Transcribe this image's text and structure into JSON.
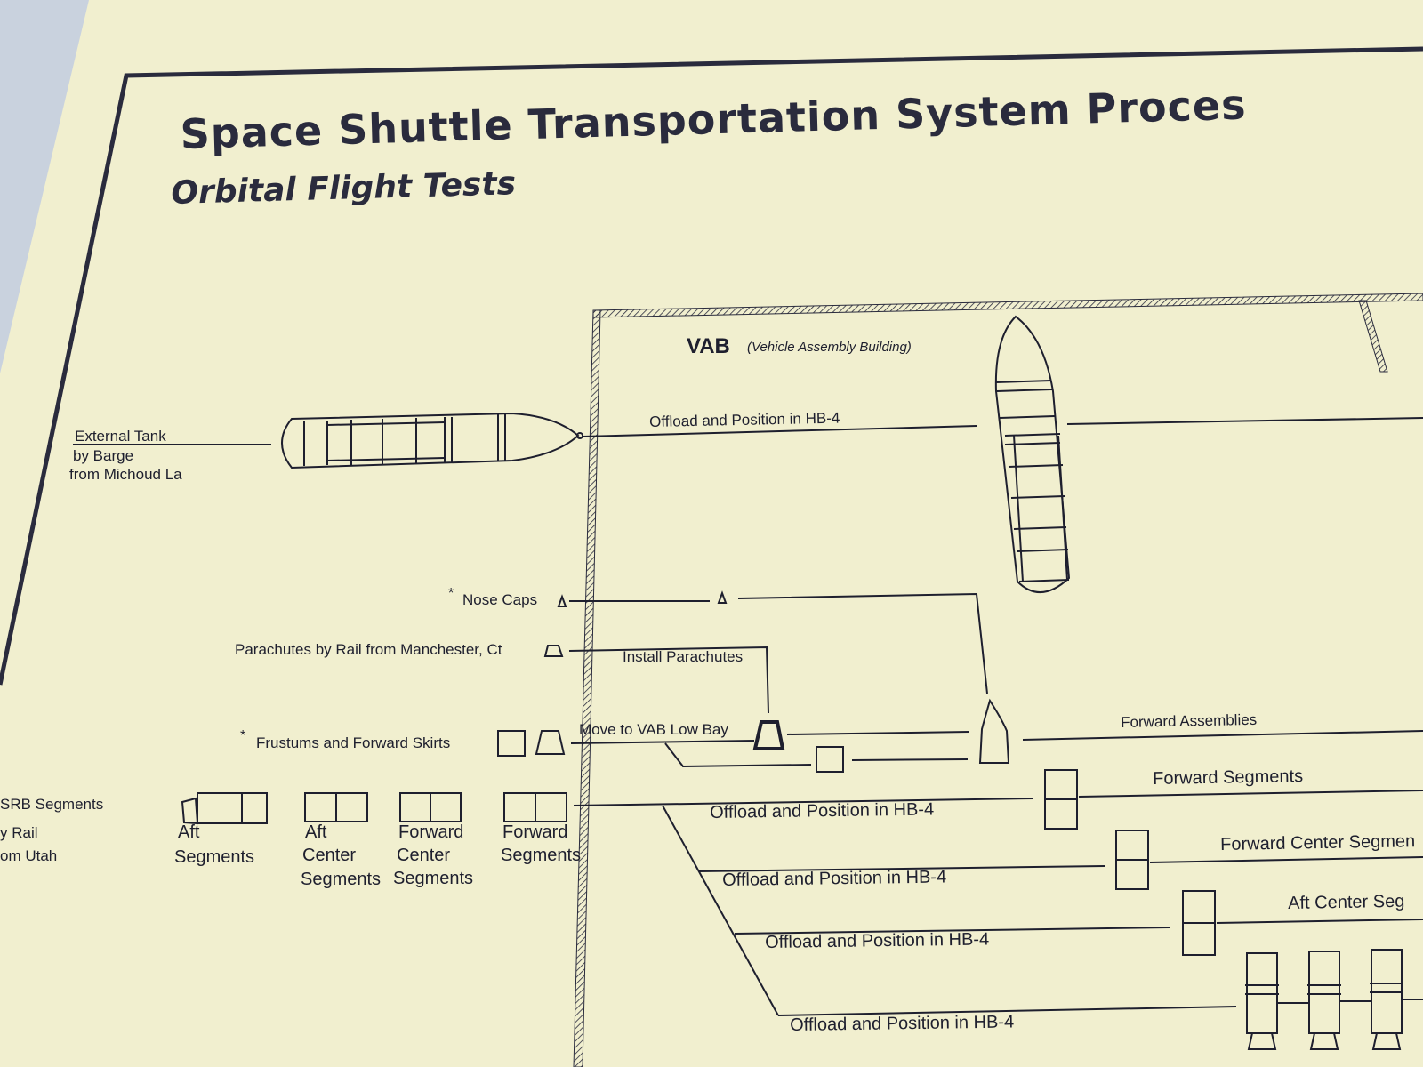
{
  "title": "Space Shuttle Transportation System Proces",
  "subtitle": "Orbital Flight Tests",
  "vab": {
    "label": "VAB",
    "sublabel": "(Vehicle Assembly Building)"
  },
  "external_tank": {
    "line1": "External Tank",
    "line2": "by Barge",
    "line3": "from Michoud La"
  },
  "offload_et": "Offload and Position in HB-4",
  "nose_caps": "Nose Caps",
  "parachutes": "Parachutes by Rail from Manchester, Ct",
  "install_parachutes": "Install Parachutes",
  "frustums": "Frustums and Forward Skirts",
  "star": "*",
  "move_low_bay": "Move to VAB Low Bay",
  "forward_assemblies": "Forward Assemblies",
  "srb": {
    "line1": "SRB Segments",
    "line2": "y Rail",
    "line3": "om Utah"
  },
  "segments": [
    {
      "line1": "Aft",
      "line2": "Segments",
      "line3": ""
    },
    {
      "line1": "Aft",
      "line2": "Center",
      "line3": "Segments"
    },
    {
      "line1": "Forward",
      "line2": "Center",
      "line3": "Segments"
    },
    {
      "line1": "Forward",
      "line2": "Segments",
      "line3": ""
    }
  ],
  "offloads": [
    "Offload and Position in HB-4",
    "Offload and Position in HB-4",
    "Offload and Position in HB-4",
    "Offload and Position in HB-4"
  ],
  "outputs": {
    "forward_segments": "Forward Segments",
    "forward_center": "Forward Center Segmen",
    "aft_center": "Aft Center Seg"
  }
}
